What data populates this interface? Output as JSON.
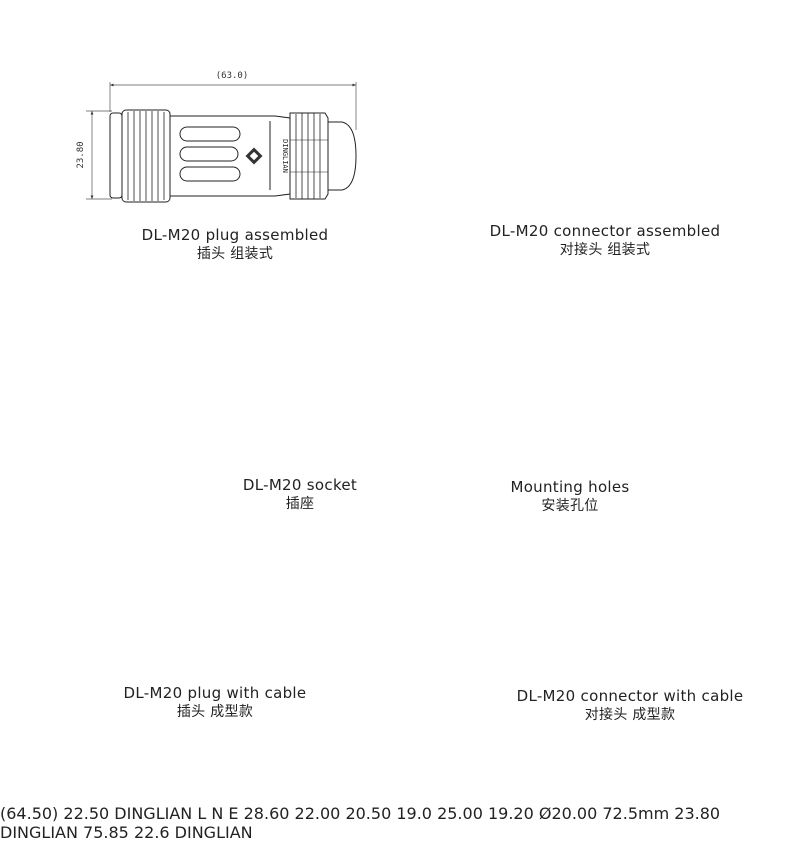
{
  "brand": {
    "logo_text": "DINGLIAN"
  },
  "drawings": {
    "plug_assembled": {
      "caption_en": "DL-M20 plug assembled",
      "caption_zh": "插头 组装式",
      "dim_length": "(63.0)",
      "dim_height": "23.80"
    },
    "connector_assembled": {
      "caption_en": "DL-M20  connector assembled",
      "caption_zh": "对接头 组装式",
      "dim_length": "(64.50)",
      "dim_height": "22.50"
    },
    "socket": {
      "caption_en": "DL-M20  socket",
      "caption_zh": "插座",
      "dim_total": "28.60",
      "dim_mid": "22.00",
      "dim_thread": "20.50",
      "dim_thread_dia": "19.0",
      "dim_flange": "25.00",
      "pin_labels": [
        "L",
        "N",
        "E"
      ]
    },
    "mounting_holes": {
      "caption_en": "Mounting holes",
      "caption_zh": "安装孔位",
      "dim_width": "19.20",
      "dim_dia": "Ø20.00"
    },
    "plug_cable": {
      "caption_en": "DL-M20 plug with cable",
      "caption_zh": "插头 成型款",
      "dim_length": "72.5mm",
      "dim_height": "23.80"
    },
    "connector_cable": {
      "caption_en": "DL-M20 connector with cable",
      "caption_zh": "对接头 成型款",
      "dim_length": "75.85",
      "dim_height": "22.6"
    }
  }
}
